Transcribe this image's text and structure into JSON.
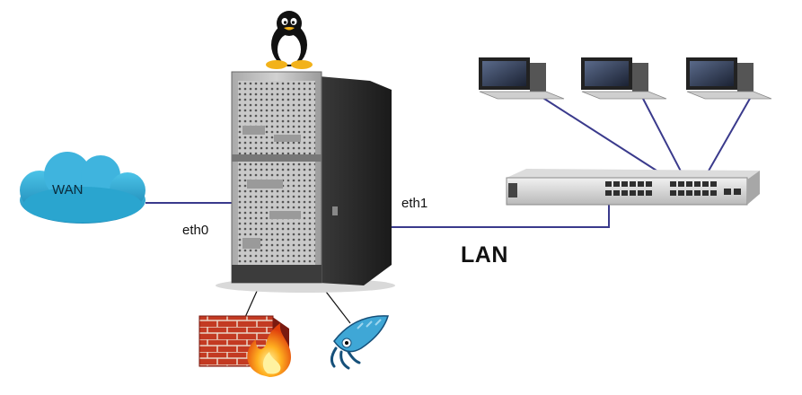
{
  "labels": {
    "wan": "WAN",
    "eth0": "eth0",
    "eth1": "eth1",
    "lan": "LAN"
  },
  "icons": {
    "os": "linux-penguin-icon",
    "cloud": "cloud-icon",
    "server": "tower-server-icon",
    "firewall": "firewall-icon",
    "proxy": "squid-icon",
    "switch": "network-switch-icon",
    "workstation": "desktop-computer-icon"
  },
  "colors": {
    "cloud": "#2aa5cf",
    "link": "#3a3a8c",
    "server_dark": "#2b2b2b",
    "server_panel": "#8d8d8d",
    "brick": "#b22a1a",
    "flame": "#f08a12",
    "squid": "#3fa7d6"
  }
}
